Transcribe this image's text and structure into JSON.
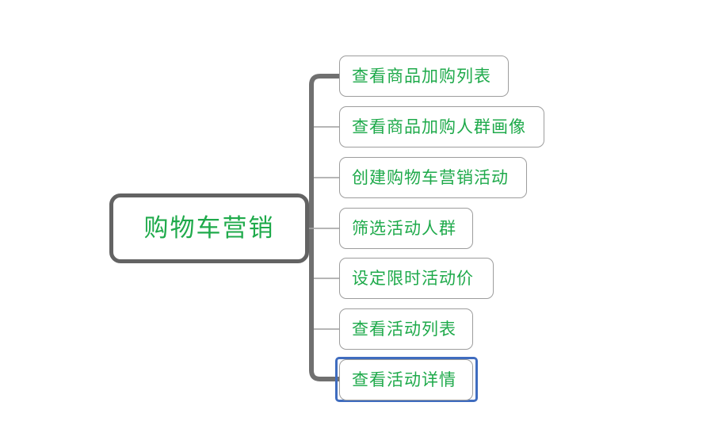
{
  "diagram": {
    "type": "mind-map",
    "background_color": "#ffffff",
    "node_text_color": "#1faa4b",
    "root_border_color": "#636363",
    "child_border_color": "#9d9d9d",
    "trunk_color": "#707070",
    "branch_color": "#9d9d9d",
    "selection_color": "#3f6cbf",
    "root": {
      "label": "购物车营销"
    },
    "children": [
      {
        "label": "查看商品加购列表",
        "selected": "false"
      },
      {
        "label": "查看商品加购人群画像",
        "selected": "false"
      },
      {
        "label": "创建购物车营销活动",
        "selected": "false"
      },
      {
        "label": "筛选活动人群",
        "selected": "false"
      },
      {
        "label": "设定限时活动价",
        "selected": "false"
      },
      {
        "label": "查看活动列表",
        "selected": "false"
      },
      {
        "label": "查看活动详情",
        "selected": "true"
      }
    ]
  }
}
